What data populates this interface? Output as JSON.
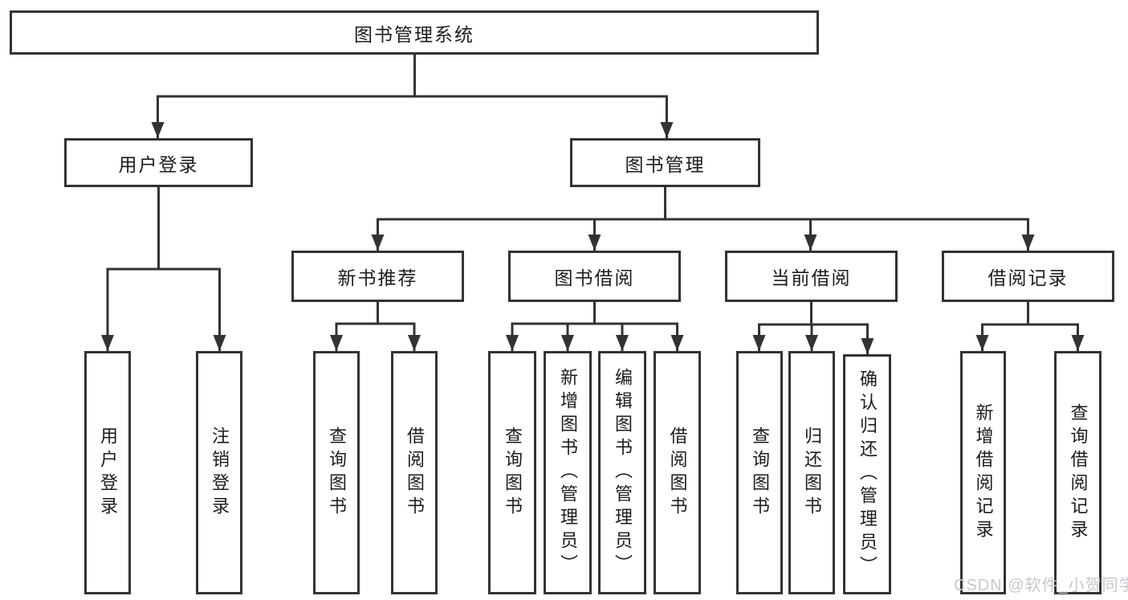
{
  "colors": {
    "line": "#333333",
    "text": "#1c1c1c",
    "watermark": "#c5c8cd",
    "background": "#ffffff"
  },
  "watermark": {
    "text": "CSDN @软件_小贺同学"
  },
  "tree": {
    "root": {
      "id": "library-system",
      "label": "图书管理系统"
    },
    "level2": [
      {
        "id": "user-login",
        "label": "用户登录",
        "parent": "图书管理系统"
      },
      {
        "id": "book-management",
        "label": "图书管理",
        "parent": "图书管理系统"
      }
    ],
    "level3": [
      {
        "id": "new-book-recommendation",
        "label": "新书推荐",
        "parent": "图书管理"
      },
      {
        "id": "book-borrowing",
        "label": "图书借阅",
        "parent": "图书管理"
      },
      {
        "id": "current-borrowing",
        "label": "当前借阅",
        "parent": "图书管理"
      },
      {
        "id": "borrowing-records",
        "label": "借阅记录",
        "parent": "图书管理"
      }
    ],
    "level4": [
      {
        "id": "user-login-leaf",
        "label": "用户登录",
        "parent": "用户登录"
      },
      {
        "id": "logout",
        "label": "注销登录",
        "parent": "用户登录"
      },
      {
        "id": "query-books-recommend",
        "label": "查询图书",
        "parent": "新书推荐"
      },
      {
        "id": "borrow-books-recommend",
        "label": "借阅图书",
        "parent": "新书推荐"
      },
      {
        "id": "query-books-borrow",
        "label": "查询图书",
        "parent": "图书借阅"
      },
      {
        "id": "add-book-admin",
        "label": "新增图书（管理员）",
        "parent": "图书借阅"
      },
      {
        "id": "edit-book-admin",
        "label": "编辑图书（管理员）",
        "parent": "图书借阅"
      },
      {
        "id": "borrow-books",
        "label": "借阅图书",
        "parent": "图书借阅"
      },
      {
        "id": "query-books-current",
        "label": "查询图书",
        "parent": "当前借阅"
      },
      {
        "id": "return-books",
        "label": "归还图书",
        "parent": "当前借阅"
      },
      {
        "id": "confirm-return-admin",
        "label": "确认归还（管理员）",
        "parent": "当前借阅"
      },
      {
        "id": "add-borrow-record",
        "label": "新增借阅记录",
        "parent": "借阅记录"
      },
      {
        "id": "query-borrow-record",
        "label": "查询借阅记录",
        "parent": "借阅记录"
      }
    ]
  }
}
